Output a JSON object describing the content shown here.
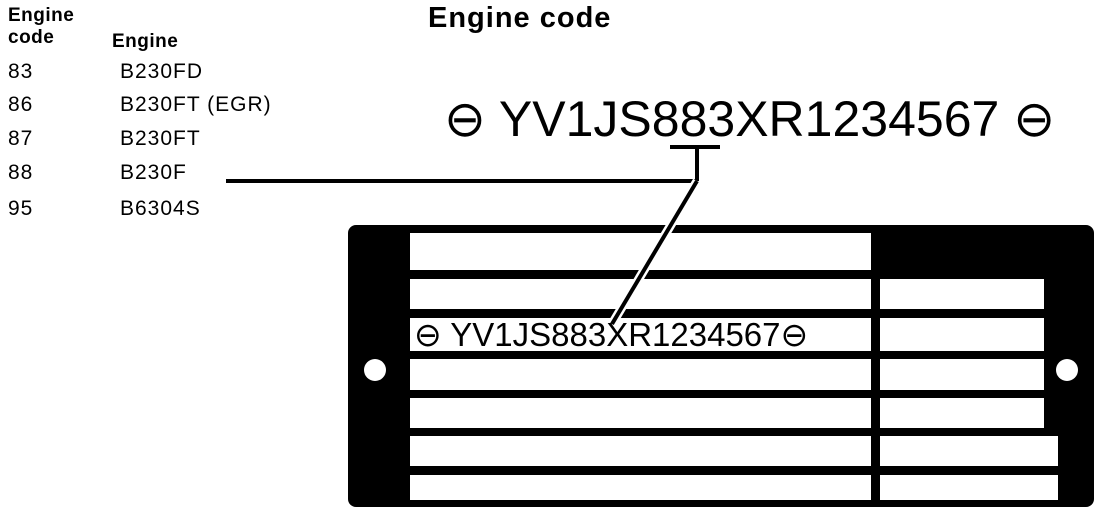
{
  "table": {
    "header_code_line1": "Engine",
    "header_code_line2": "code",
    "header_engine": "Engine",
    "rows": [
      {
        "code": "83",
        "engine": "B230FD"
      },
      {
        "code": "86",
        "engine": "B230FT (EGR)"
      },
      {
        "code": "87",
        "engine": "B230FT"
      },
      {
        "code": "88",
        "engine": "B230F"
      },
      {
        "code": "95",
        "engine": "B6304S"
      }
    ]
  },
  "title": "Engine code",
  "vin": {
    "prefix": "YV1JS",
    "engine_code": "88",
    "suffix": "3XR1234567",
    "symbol": "⊖"
  },
  "plate_vin": {
    "prefix": "YV1JS",
    "engine_code": "88",
    "suffix": "3XR1234567",
    "symbol": "⊖"
  }
}
